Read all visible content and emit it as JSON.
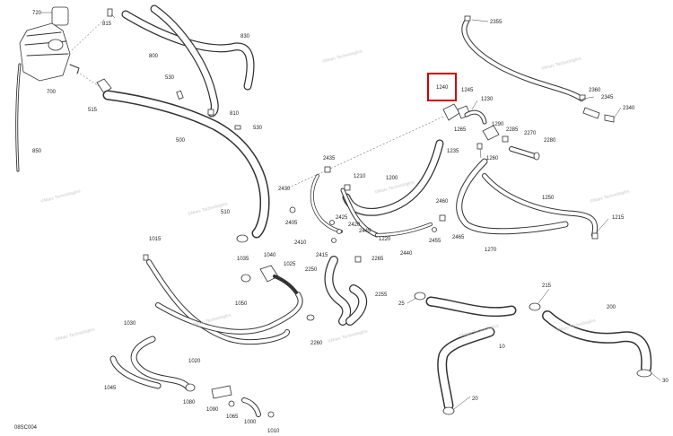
{
  "diagram": {
    "reference_code": "08SC004",
    "highlighted_part": "1240",
    "watermark_text": "©Marc Technologies",
    "labels": {
      "720": "720",
      "815": "815",
      "830": "830",
      "800": "800",
      "700": "700",
      "850": "850",
      "515": "515",
      "530": "530",
      "810": "810",
      "500": "500",
      "510": "510",
      "2355": "2355",
      "2360": "2360",
      "2345": "2345",
      "2340": "2340",
      "1240": "1240",
      "1245": "1245",
      "1230": "1230",
      "1265": "1265",
      "1235": "1235",
      "1290": "1290",
      "2285": "2285",
      "2270": "2270",
      "2280": "2280",
      "1260": "1260",
      "2435": "2435",
      "2430": "2430",
      "1210": "1210",
      "1200": "1200",
      "2405": "2405",
      "2425": "2425",
      "2420": "2420",
      "2445": "2445",
      "2410": "2410",
      "2415": "2415",
      "1220": "1220",
      "2440": "2440",
      "2460": "2460",
      "2455": "2455",
      "2465": "2465",
      "1250": "1250",
      "1215": "1215",
      "1270": "1270",
      "1015": "1015",
      "1035": "1035",
      "1040": "1040",
      "1025": "1025",
      "2250": "2250",
      "2265": "2265",
      "2255": "2255",
      "1050": "1050",
      "1030": "1030",
      "2260": "2260",
      "1020": "1020",
      "1045": "1045",
      "1080": "1080",
      "1090": "1090",
      "1065": "1065",
      "1000": "1000",
      "1010": "1010",
      "25": "25",
      "215": "215",
      "200": "200",
      "10": "10",
      "20": "20",
      "30": "30"
    }
  }
}
